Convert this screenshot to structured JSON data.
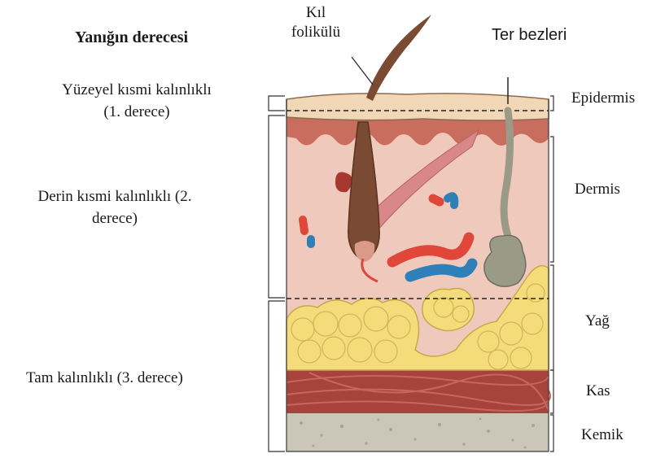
{
  "title": "Yanığın derecesi",
  "burn_degrees": {
    "superficial": "Yüzeyel kısmi kalınlıklı\n(1. derece)",
    "deep": "Derin kısmi kalınlıklı (2.\nderece)",
    "full": "Tam kalınlıklı (3. derece)"
  },
  "structures": {
    "hair_follicle": "Kıl\nfolikülü",
    "sweat_glands": "Ter bezleri"
  },
  "layers": {
    "epidermis": "Epidermis",
    "dermis": "Dermis",
    "fat": "Yağ",
    "muscle": "Kas",
    "bone": "Kemik"
  },
  "colors": {
    "epidermis": "#f2d7b6",
    "dermis_top": "#c96d5f",
    "dermis": "#f0c9bd",
    "fat": "#f5dc7a",
    "muscle": "#a8433b",
    "bone": "#c9c4b6",
    "hair": "#7a4a32",
    "gland": "#9a9a86",
    "vessel_red": "#e0463a",
    "vessel_blue": "#2f7fb8"
  }
}
